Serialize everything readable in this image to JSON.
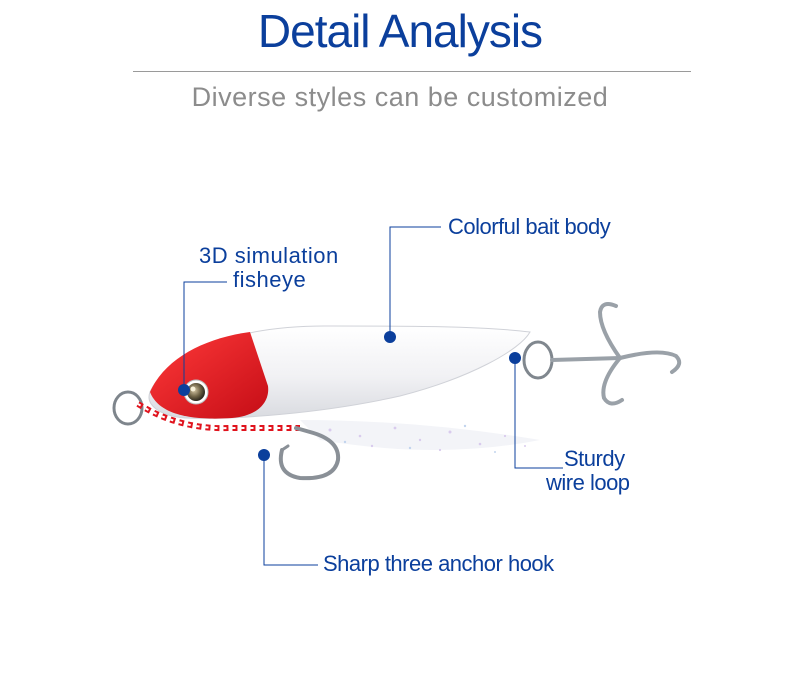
{
  "header": {
    "title": "Detail Analysis",
    "subtitle": "Diverse styles can be customized"
  },
  "callouts": {
    "body": "Colorful bait body",
    "eye_line1": "3D simulation",
    "eye_line2": "fisheye",
    "loop_line1": "Sturdy",
    "loop_line2": "wire loop",
    "hook": "Sharp three anchor hook"
  },
  "colors": {
    "accent": "#0b3f9c",
    "lure_head": "#e0131d",
    "lure_body": "#f4f4f6",
    "metal": "#9aa1a8"
  }
}
